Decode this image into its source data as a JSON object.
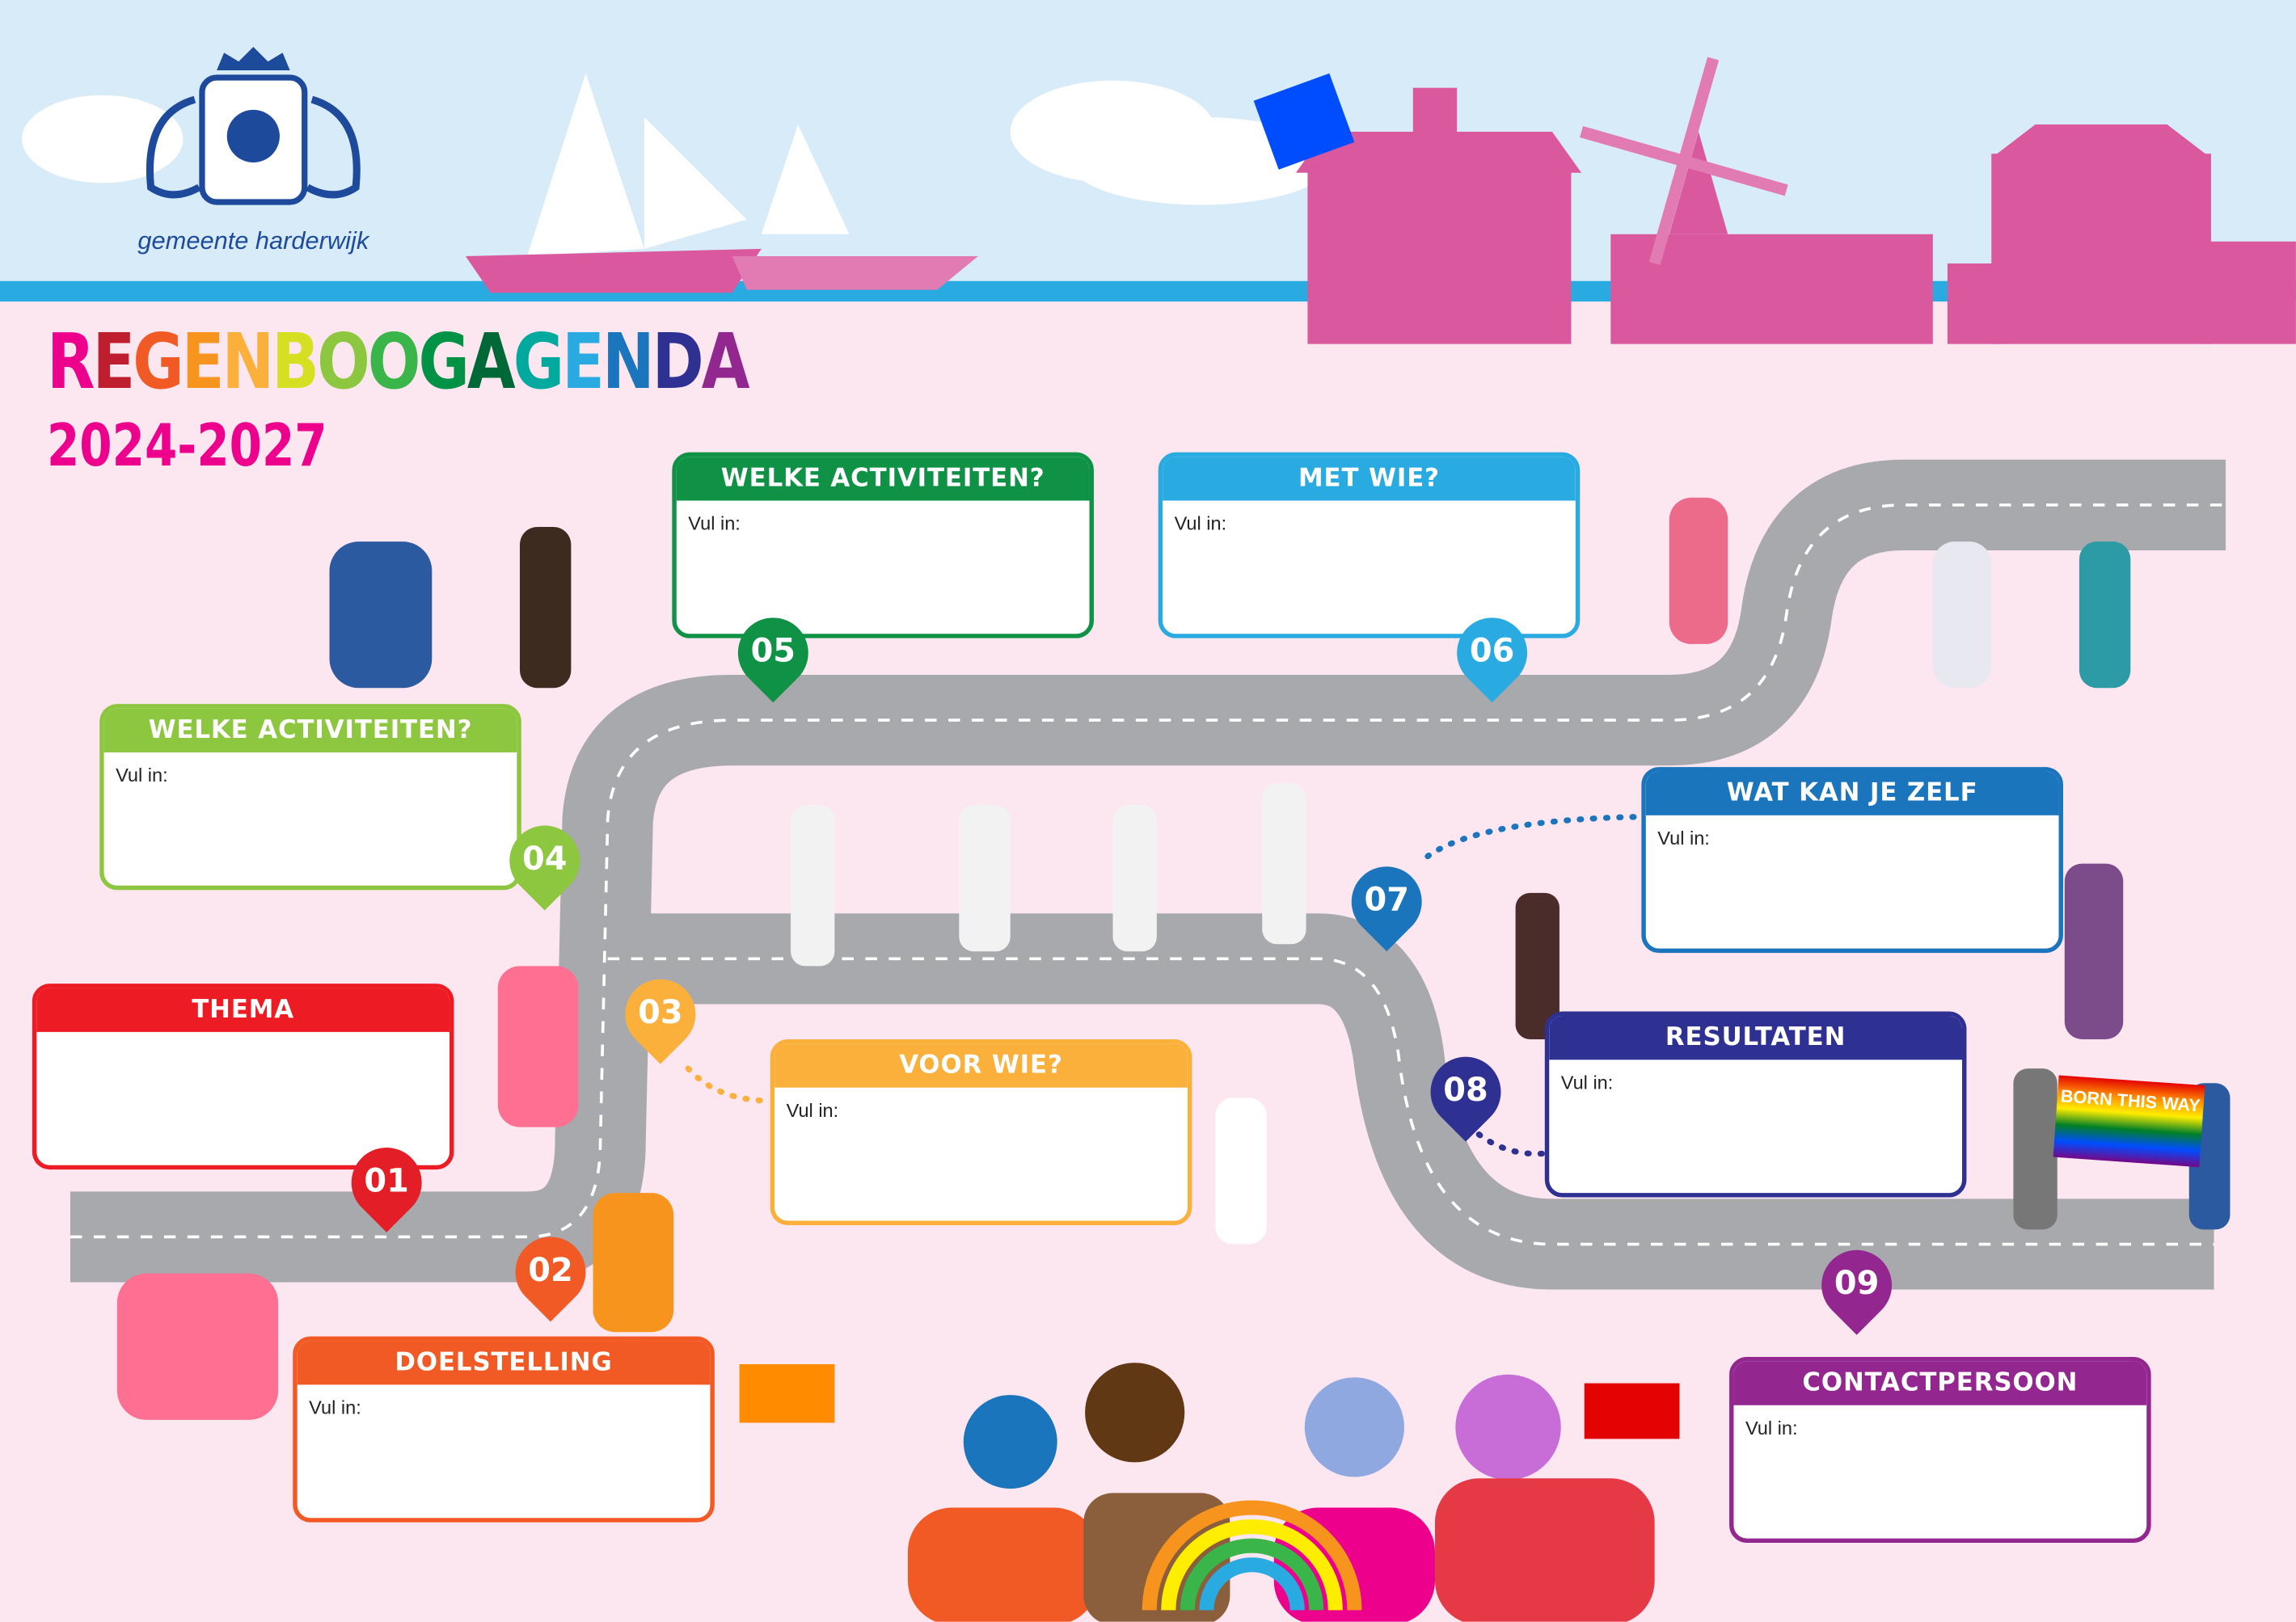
{
  "header": {
    "logo_text": "gemeente harderwijk",
    "title_letters": [
      {
        "ch": "R",
        "color": "#ec008c"
      },
      {
        "ch": "E",
        "color": "#be1e2d"
      },
      {
        "ch": "G",
        "color": "#f15a24"
      },
      {
        "ch": "E",
        "color": "#f7941d"
      },
      {
        "ch": "N",
        "color": "#fbb03b"
      },
      {
        "ch": "B",
        "color": "#d7df23"
      },
      {
        "ch": "O",
        "color": "#8dc63f"
      },
      {
        "ch": "O",
        "color": "#39b54a"
      },
      {
        "ch": "G",
        "color": "#009245"
      },
      {
        "ch": "A",
        "color": "#006837"
      },
      {
        "ch": "G",
        "color": "#00a99d"
      },
      {
        "ch": "E",
        "color": "#29abe2"
      },
      {
        "ch": "N",
        "color": "#1b75bc"
      },
      {
        "ch": "D",
        "color": "#2e3192"
      },
      {
        "ch": "A",
        "color": "#92278f"
      }
    ],
    "title": "REGENBOOGAGENDA",
    "years": "2024-2027"
  },
  "cards": [
    {
      "title": "THEMA",
      "vul": "",
      "color": "#ed1c24"
    },
    {
      "title": "DOELSTELLING",
      "vul": "Vul in:",
      "color": "#f15a24"
    },
    {
      "title": "VOOR WIE?",
      "vul": "Vul in:",
      "color": "#fbb03b"
    },
    {
      "title": "WELKE ACTIVITEITEN?",
      "vul": "Vul in:",
      "color": "#8dc63f"
    },
    {
      "title": "WELKE ACTIVITEITEN?",
      "vul": "Vul in:",
      "color": "#0f9246"
    },
    {
      "title": "MET WIE?",
      "vul": "Vul in:",
      "color": "#29abe2"
    },
    {
      "title": "WAT KAN JE ZELF BIJDRAGEN?",
      "vul": "Vul in:",
      "color": "#1b75bc"
    },
    {
      "title": "RESULTATEN",
      "vul": "Vul in:",
      "color": "#2e3192"
    },
    {
      "title": "CONTACTPERSOON WERKGROEP",
      "vul": "Vul in:",
      "color": "#93278f"
    }
  ],
  "pins": [
    {
      "label": "01",
      "color": "#e41e26"
    },
    {
      "label": "02",
      "color": "#f15a24"
    },
    {
      "label": "03",
      "color": "#fbb03b"
    },
    {
      "label": "04",
      "color": "#8dc63f"
    },
    {
      "label": "05",
      "color": "#0f9246"
    },
    {
      "label": "06",
      "color": "#29abe2"
    },
    {
      "label": "07",
      "color": "#1b75bc"
    },
    {
      "label": "08",
      "color": "#2e3192"
    },
    {
      "label": "09",
      "color": "#93278f"
    }
  ],
  "illustration": {
    "banner": "BORN THIS WAY"
  },
  "colors": {
    "background": "#fce6f0",
    "sky": "#d7ebf8",
    "water": "#29abe2",
    "road": "#a7a9ac",
    "buildings": "#d9589e"
  }
}
